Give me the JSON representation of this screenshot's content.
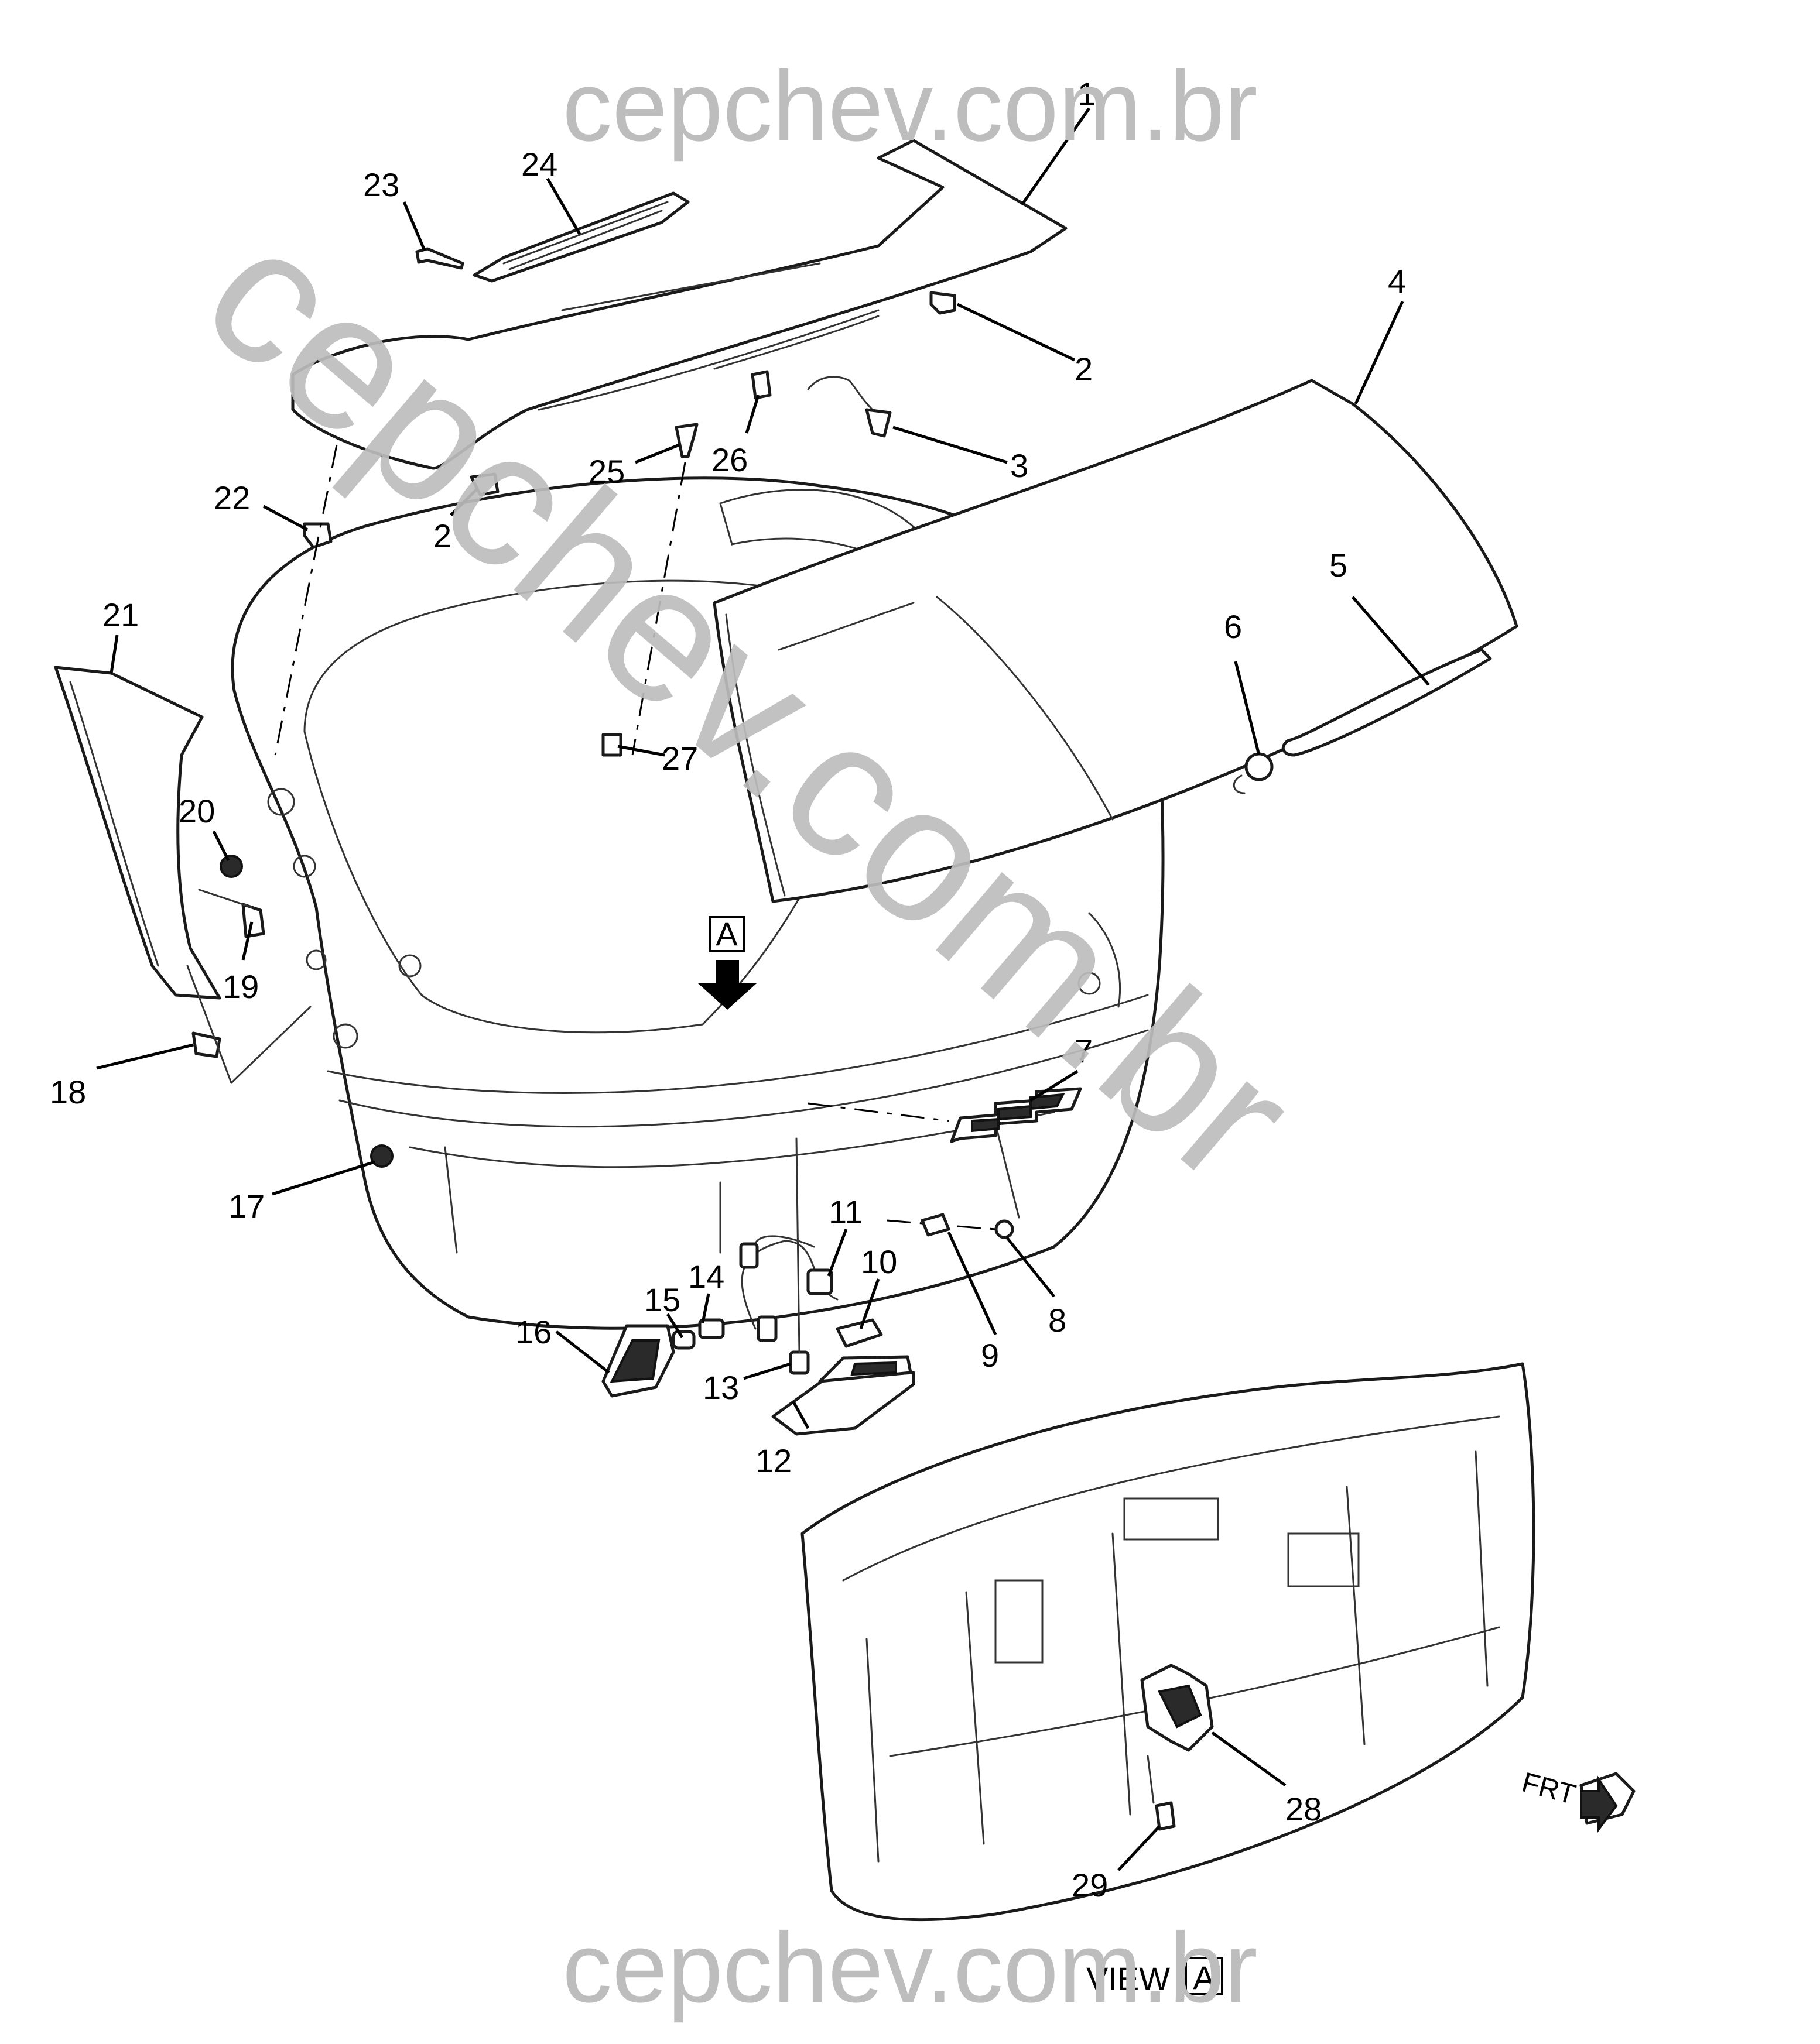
{
  "watermark": {
    "top": "cepchev.com.br",
    "bottom": "cepchev.com.br",
    "diagonal": "cepchev.com.br"
  },
  "view": {
    "marker_letter": "A",
    "bottom_label": "VIEW",
    "bottom_letter": "A",
    "front_label": "FRT"
  },
  "callouts": [
    {
      "id": "1",
      "label": "1"
    },
    {
      "id": "2a",
      "label": "2"
    },
    {
      "id": "2b",
      "label": "2"
    },
    {
      "id": "3",
      "label": "3"
    },
    {
      "id": "4",
      "label": "4"
    },
    {
      "id": "5",
      "label": "5"
    },
    {
      "id": "6",
      "label": "6"
    },
    {
      "id": "7",
      "label": "7"
    },
    {
      "id": "8",
      "label": "8"
    },
    {
      "id": "9",
      "label": "9"
    },
    {
      "id": "10",
      "label": "10"
    },
    {
      "id": "11",
      "label": "11"
    },
    {
      "id": "12",
      "label": "12"
    },
    {
      "id": "13",
      "label": "13"
    },
    {
      "id": "14",
      "label": "14"
    },
    {
      "id": "15",
      "label": "15"
    },
    {
      "id": "16",
      "label": "16"
    },
    {
      "id": "17",
      "label": "17"
    },
    {
      "id": "18",
      "label": "18"
    },
    {
      "id": "19",
      "label": "19"
    },
    {
      "id": "20",
      "label": "20"
    },
    {
      "id": "21",
      "label": "21"
    },
    {
      "id": "22",
      "label": "22"
    },
    {
      "id": "23",
      "label": "23"
    },
    {
      "id": "24",
      "label": "24"
    },
    {
      "id": "25",
      "label": "25"
    },
    {
      "id": "26",
      "label": "26"
    },
    {
      "id": "27",
      "label": "27"
    },
    {
      "id": "28",
      "label": "28"
    },
    {
      "id": "29",
      "label": "29"
    }
  ]
}
